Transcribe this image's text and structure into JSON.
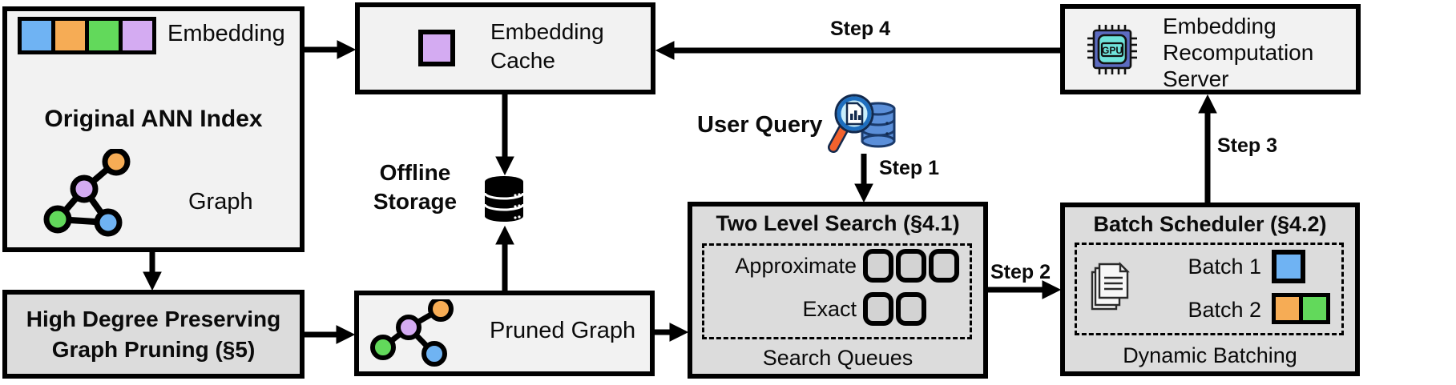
{
  "colors": {
    "blue": "#6fb3f3",
    "orange": "#f6ac55",
    "green": "#62d95b",
    "purple": "#d4abf2",
    "box_light": "#f2f2f2",
    "box_medium": "#dcdcdc",
    "queue_slot": "#d3d3d3",
    "chip_body": "#5c6bc0",
    "chip_core": "#6fe3da",
    "db_blue": "#5b8fd9",
    "db_outline": "#1a3a6b",
    "magnifier_rim": "#1e6ebf",
    "lens_cyan": "#c9eefb",
    "handle_orange": "#f2622e"
  },
  "boxes": {
    "original_ann_index": {
      "title": "Original ANN Index",
      "embedding_label": "Embedding",
      "graph_label": "Graph"
    },
    "embedding_cache": {
      "label": "Embedding\nCache"
    },
    "offline_storage": {
      "label": "Offline\nStorage"
    },
    "high_degree_pruning": {
      "label": "High Degree Preserving\nGraph Pruning (§5)"
    },
    "pruned_graph": {
      "label": "Pruned Graph"
    },
    "two_level_search": {
      "title": "Two Level Search (§4.1)",
      "approximate_label": "Approximate",
      "exact_label": "Exact",
      "footer": "Search Queues"
    },
    "batch_scheduler": {
      "title": "Batch Scheduler (§4.2)",
      "batch1_label": "Batch 1",
      "batch2_label": "Batch 2",
      "footer": "Dynamic Batching"
    },
    "recomputation_server": {
      "label": "Embedding\nRecomputation\nServer",
      "chip_label": "GPU"
    }
  },
  "user_query": {
    "label": "User Query"
  },
  "steps": {
    "step1": "Step 1",
    "step2": "Step 2",
    "step3": "Step 3",
    "step4": "Step 4"
  },
  "icons": {
    "offline_storage": "database-icon",
    "user_query": "magnifier-database-icon",
    "recomputation_server": "gpu-chip-icon",
    "batch_scheduler": "stacked-documents-icon"
  }
}
